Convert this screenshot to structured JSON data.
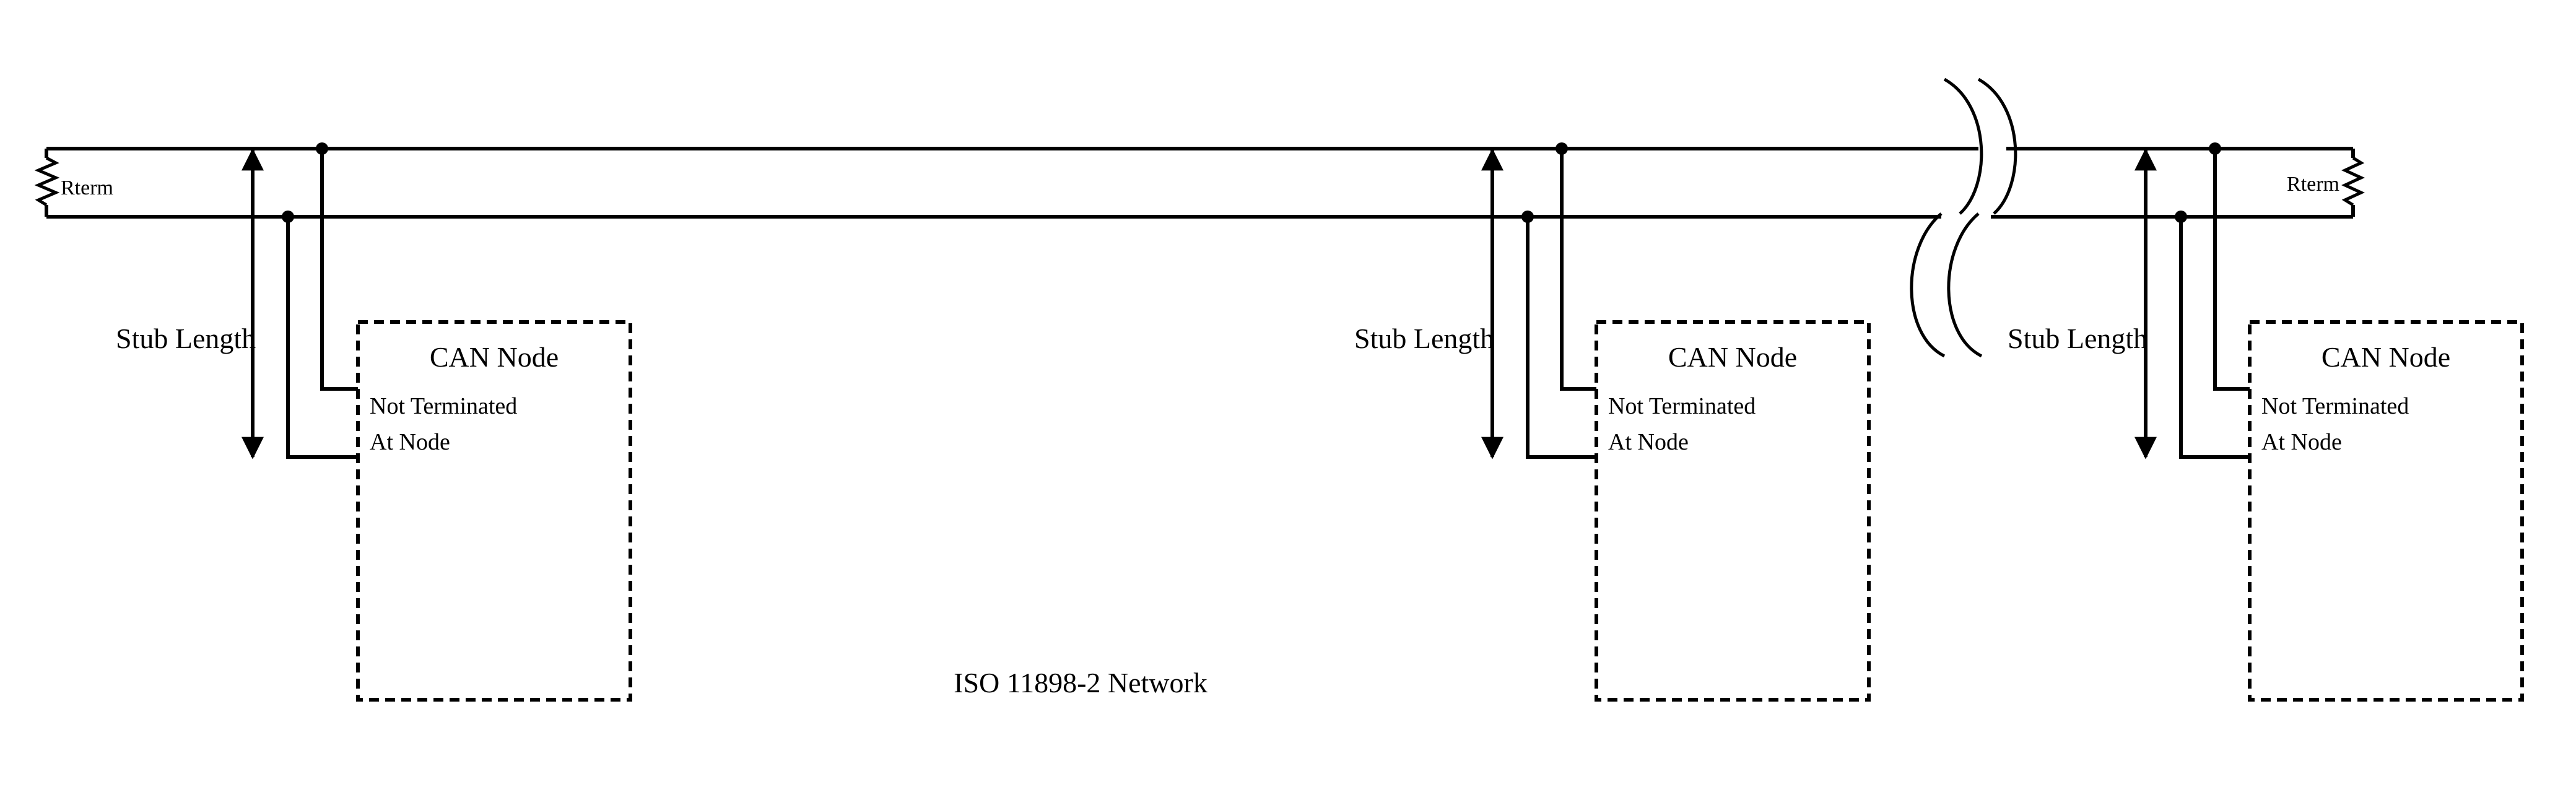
{
  "diagram": {
    "caption": "ISO 11898-2 Network",
    "terminator_left": "Rterm",
    "terminator_right": "Rterm",
    "nodes": [
      {
        "title": "CAN Node",
        "line1": "Not Terminated",
        "line2": "At Node",
        "stub_label": "Stub Length"
      },
      {
        "title": "CAN Node",
        "line1": "Not Terminated",
        "line2": "At Node",
        "stub_label": "Stub Length"
      },
      {
        "title": "CAN Node",
        "line1": "Not Terminated",
        "line2": "At Node",
        "stub_label": "Stub Length"
      }
    ]
  }
}
